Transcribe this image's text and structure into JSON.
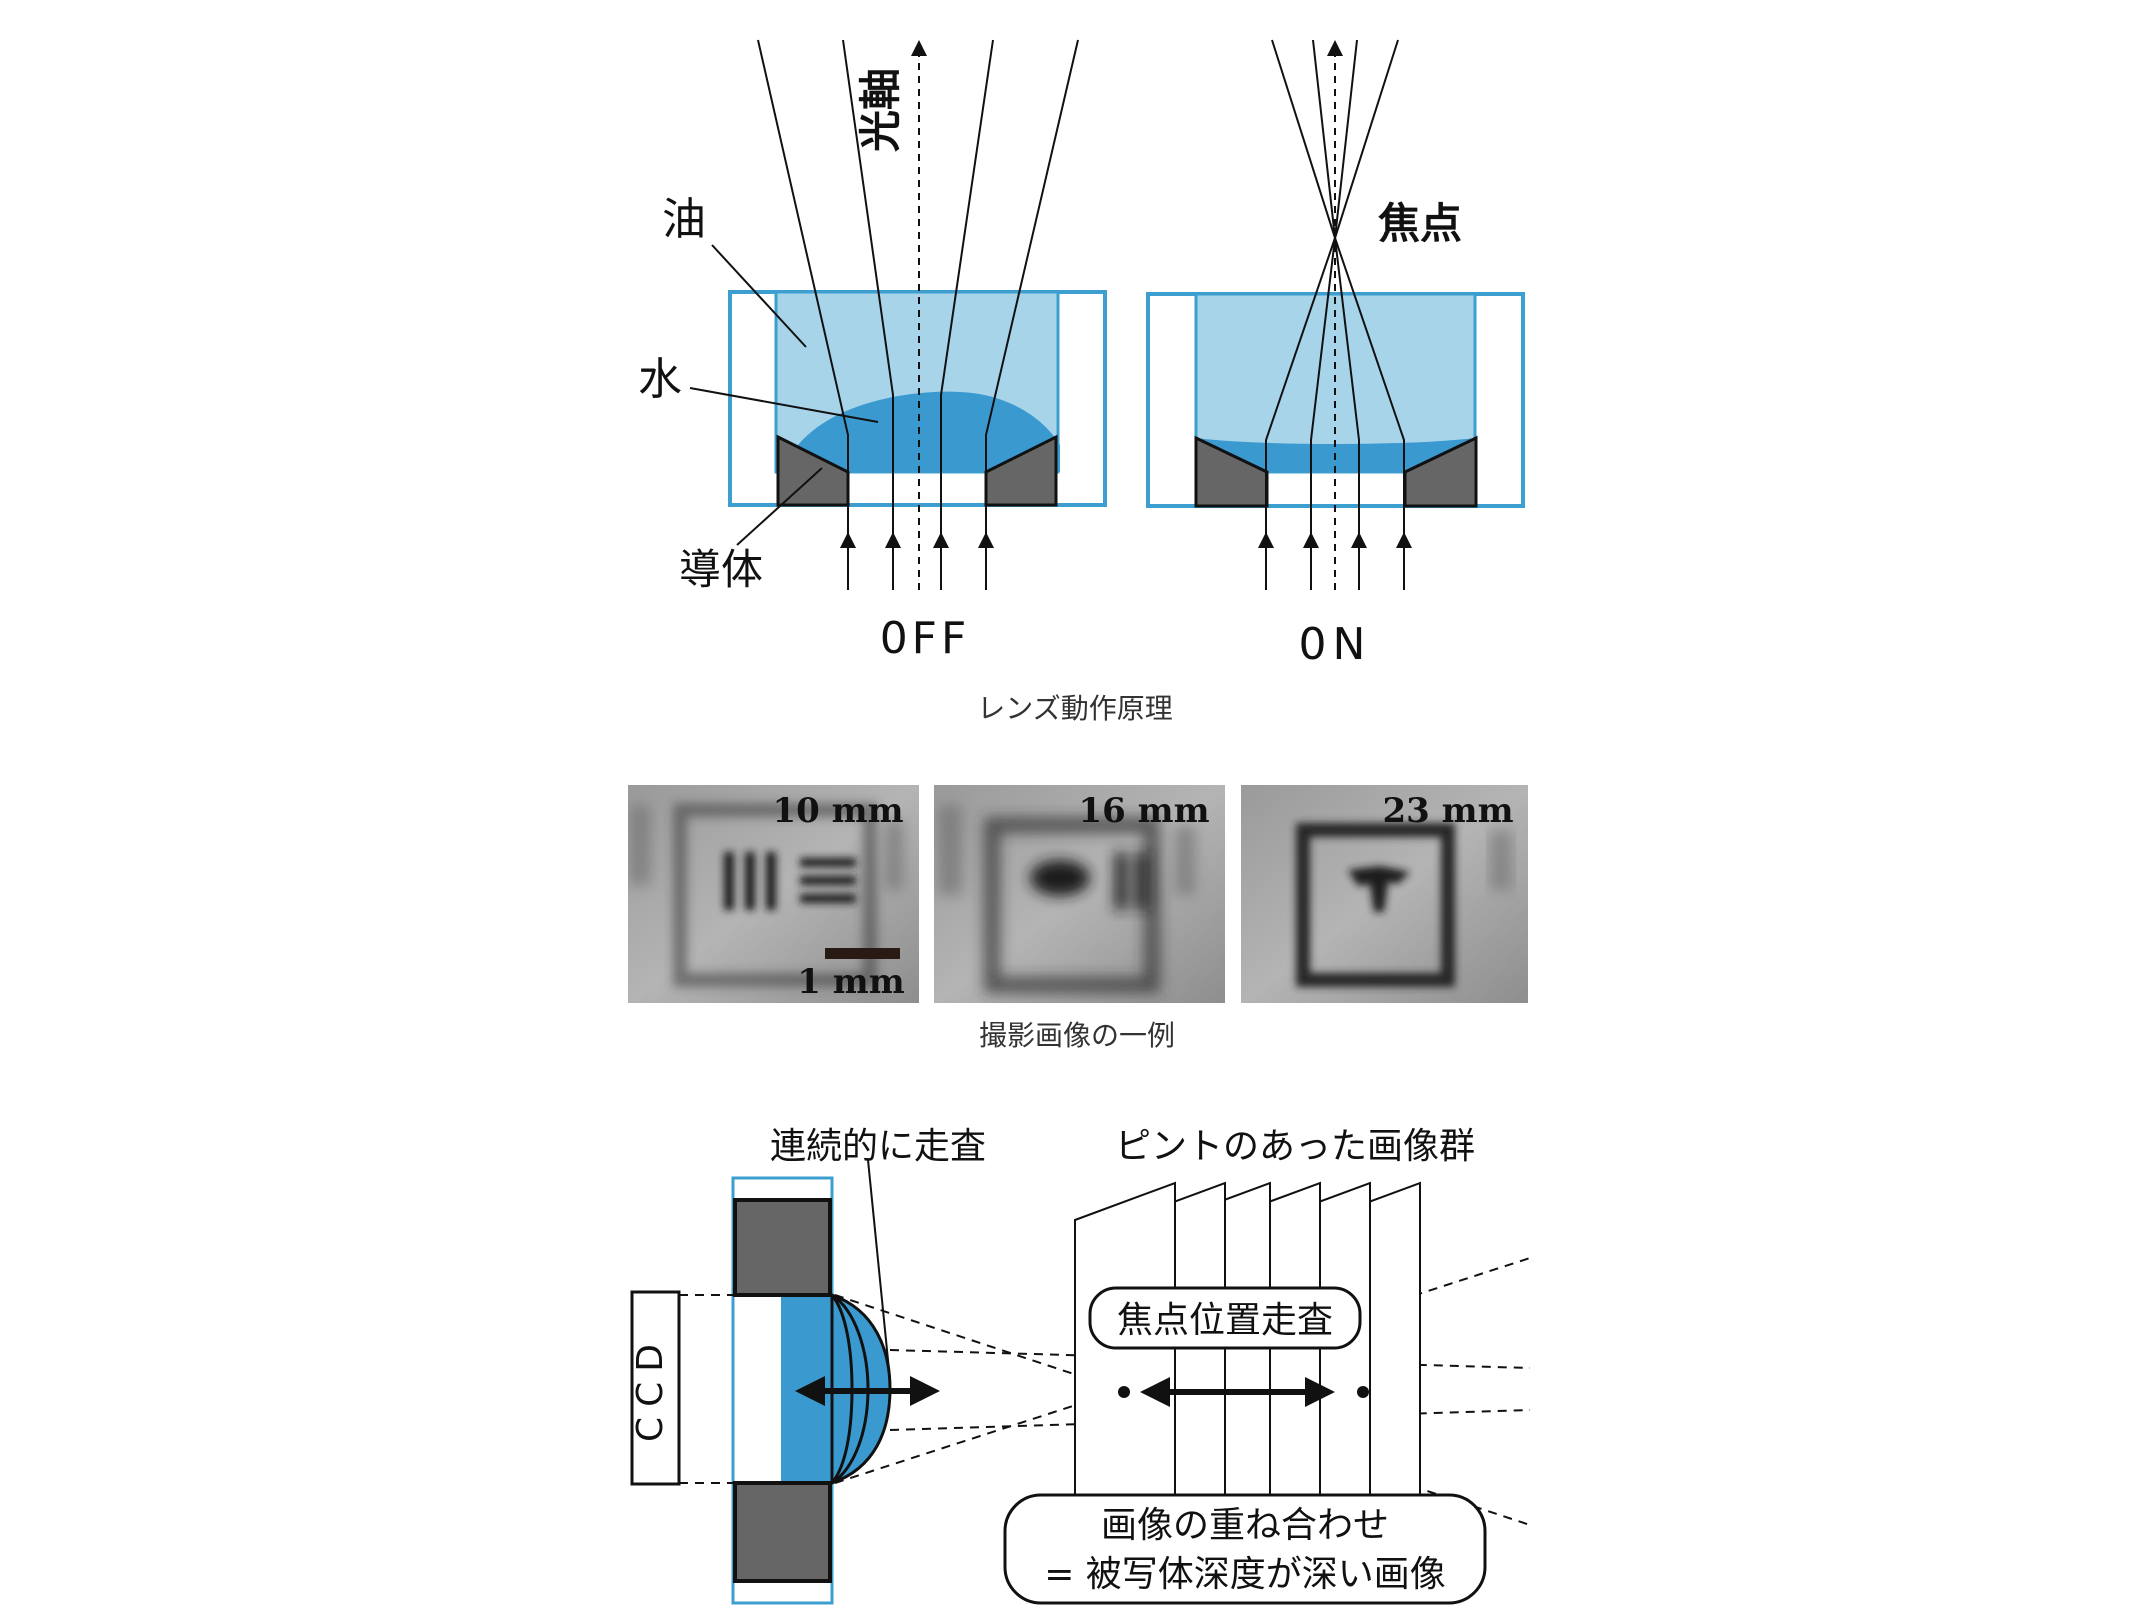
{
  "lens_diagram": {
    "labels": {
      "optical_axis": "光軸",
      "oil": "油",
      "water": "水",
      "conductor": "導体",
      "focal_point": "焦点",
      "off": "0FF",
      "on": "0N"
    },
    "caption": "レンズ動作原理"
  },
  "sample_images": {
    "photos": [
      {
        "distance": "10 mm"
      },
      {
        "distance": "16 mm"
      },
      {
        "distance": "23 mm"
      }
    ],
    "scale_bar": "1 mm",
    "caption": "撮影画像の一例"
  },
  "scan_diagram": {
    "labels": {
      "continuous_scan": "連続的に走査",
      "in_focus_images": "ピントのあった画像群",
      "focus_scan": "焦点位置走査",
      "ccd": "CCD",
      "overlay_line1": "画像の重ね合わせ",
      "overlay_line2": "= 被写体深度が深い画像"
    }
  },
  "colors": {
    "frame_blue": "#3d9ed0",
    "oil_blue": "#a8d4ea",
    "water_blue": "#3a9ad0",
    "conductor_gray": "#666666"
  }
}
